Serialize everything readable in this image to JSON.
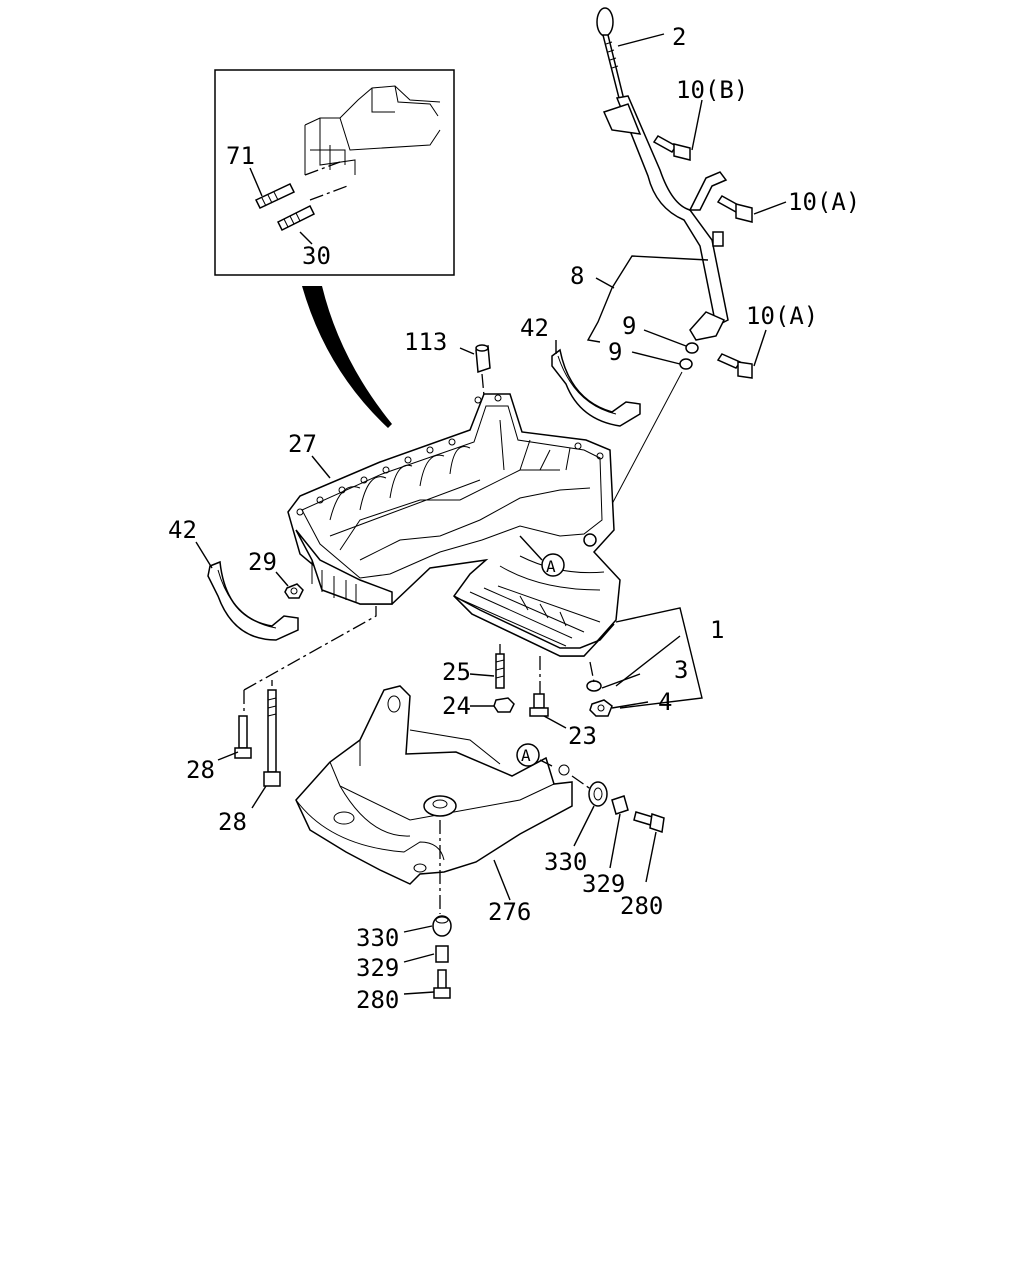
{
  "labels": {
    "p2": "2",
    "p10b": "10(B)",
    "p10a_top": "10(A)",
    "p8": "8",
    "p9_a": "9",
    "p9_b": "9",
    "p10a_mid": "10(A)",
    "p71": "71",
    "p30": "30",
    "p113": "113",
    "p42_top": "42",
    "p27": "27",
    "p42_left": "42",
    "p29": "29",
    "pA_pan": "A",
    "p1": "1",
    "p3": "3",
    "p4": "4",
    "p25": "25",
    "p24": "24",
    "p23": "23",
    "p28_a": "28",
    "p28_b": "28",
    "pA_guard": "A",
    "p330_r": "330",
    "p329_r": "329",
    "p280_r": "280",
    "p276": "276",
    "p330_b": "330",
    "p329_b": "329",
    "p280_b": "280"
  }
}
